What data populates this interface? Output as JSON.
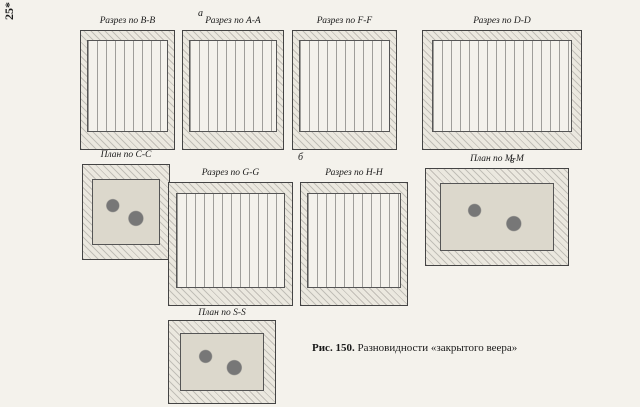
{
  "page_number": "25*",
  "group_letters": {
    "a": "а",
    "b": "б",
    "v": "в"
  },
  "panels": [
    {
      "title": "Разрез по B-B"
    },
    {
      "title": "Разрез по A-A"
    },
    {
      "title": "Разрез по F-F"
    },
    {
      "title": "Разрез по D-D"
    },
    {
      "title": "План по C-C"
    },
    {
      "title": "Разрез по G-G"
    },
    {
      "title": "Разрез по H-H"
    },
    {
      "title": "План по M-M"
    },
    {
      "title": "План по S-S"
    }
  ],
  "caption": {
    "number": "Рис. 150.",
    "text": "Разновидности «закрытого веера»"
  }
}
